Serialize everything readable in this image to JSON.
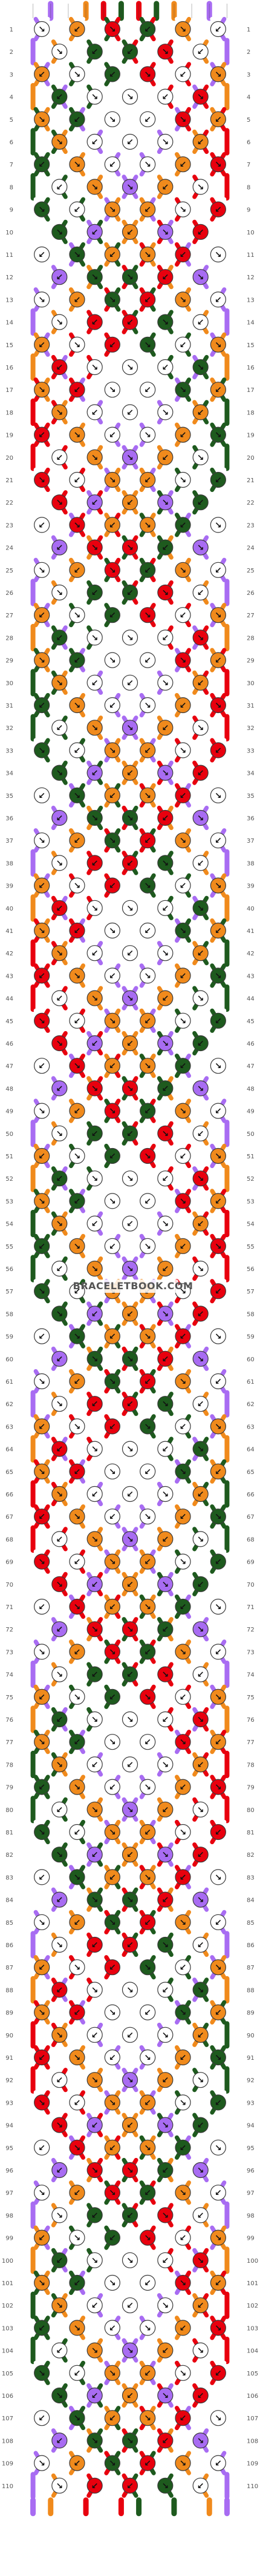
{
  "watermark": "BRACELETBOOK.COM",
  "row_numbers_first": 1,
  "row_numbers_last": 110,
  "colors": {
    "white": "#ffffff",
    "purple": "#a86cf2",
    "orange": "#f08a1c",
    "red": "#e8000e",
    "green": "#1e5a1e",
    "outline": "#3a3a3a",
    "background": "#ffffff"
  },
  "strings_top": [
    "white",
    "purple",
    "white",
    "orange",
    "red",
    "green",
    "red",
    "green",
    "orange",
    "white",
    "purple",
    "white"
  ],
  "icon_names": [
    "knot-node-icon",
    "arrow-forward-knot-icon",
    "arrow-backward-knot-icon",
    "string-end-icon"
  ]
}
